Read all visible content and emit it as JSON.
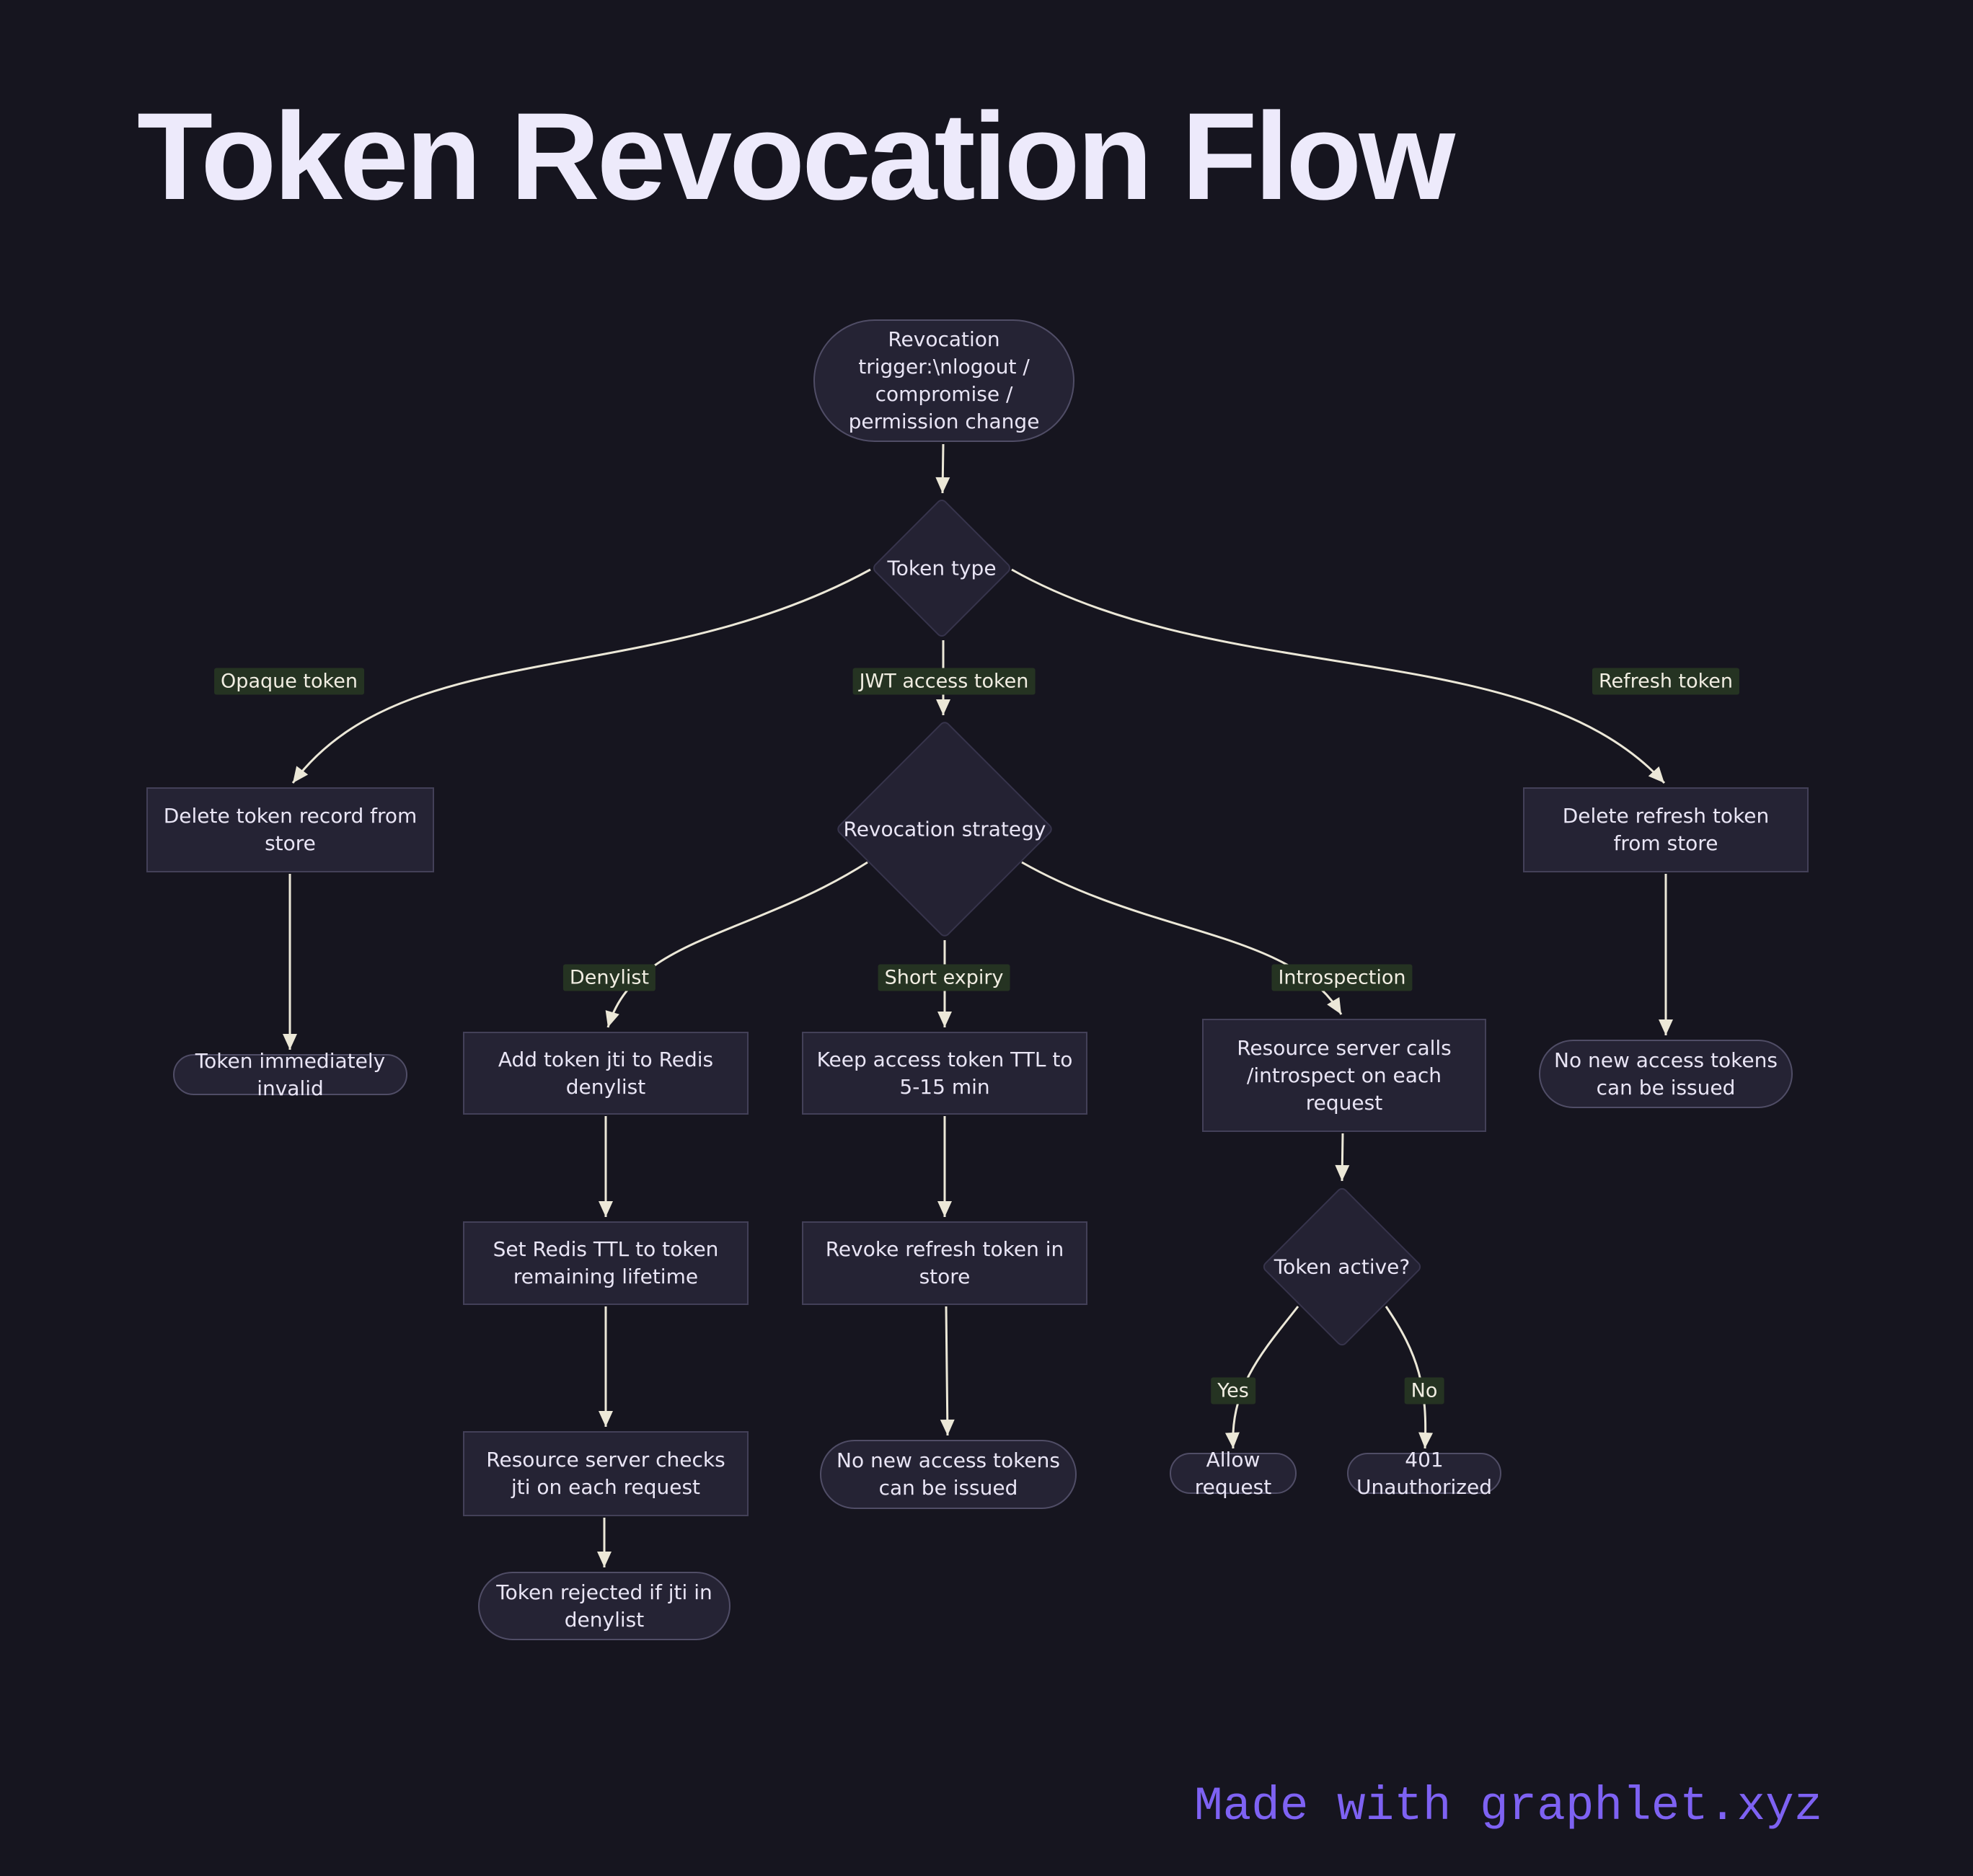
{
  "title": "Token Revocation Flow",
  "footer": "Made with graphlet.xyz",
  "colors": {
    "background": "#16151f",
    "node_fill": "#252334",
    "node_border": "#45425a",
    "node_text": "#e9e5f5",
    "edge": "#ece8d8",
    "edge_label_bg": "#253322",
    "edge_label_text": "#f1ede2",
    "footer_text": "#7e62f3"
  },
  "nodes": {
    "start": "Revocation trigger:\\nlogout / compromise / permission change",
    "token_type": "Token type",
    "delete_token_record": "Delete token record from store",
    "revocation_strategy": "Revocation strategy",
    "delete_refresh_token": "Delete refresh token from store",
    "token_immediately_invalid": "Token immediately invalid",
    "add_jti_denylist": "Add token jti to Redis denylist",
    "keep_ttl": "Keep access token TTL to 5-15 min",
    "resource_introspect": "Resource server calls /introspect on each request",
    "no_new_tokens_right": "No new access tokens can be issued",
    "set_redis_ttl": "Set Redis TTL to token remaining lifetime",
    "revoke_refresh": "Revoke refresh token in store",
    "token_active": "Token active?",
    "resource_checks_jti": "Resource server checks jti on each request",
    "no_new_tokens_mid": "No new access tokens can be issued",
    "allow_request": "Allow request",
    "unauthorized_401": "401 Unauthorized",
    "token_rejected": "Token rejected if jti in denylist"
  },
  "edge_labels": {
    "opaque": "Opaque token",
    "jwt": "JWT access token",
    "refresh": "Refresh token",
    "denylist": "Denylist",
    "short_expiry": "Short expiry",
    "introspection": "Introspection",
    "yes": "Yes",
    "no": "No"
  }
}
